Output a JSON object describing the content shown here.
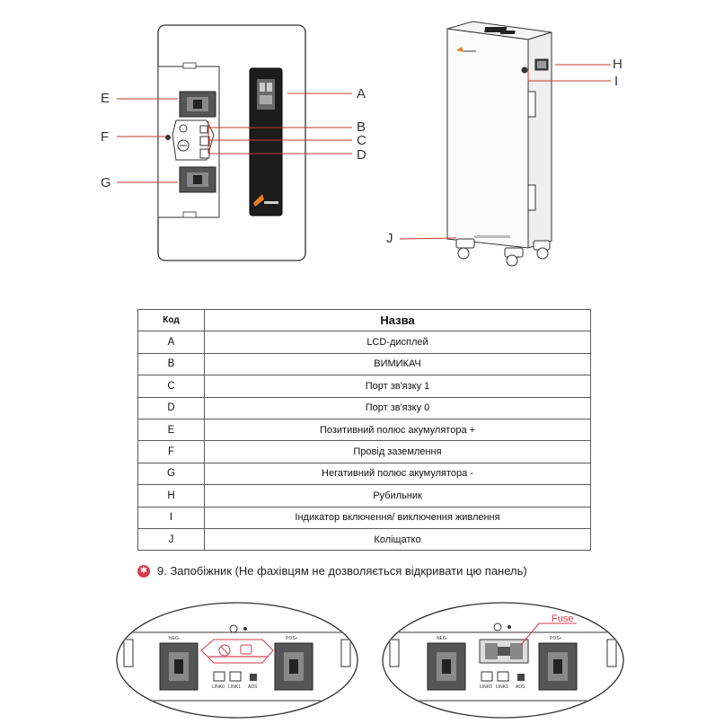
{
  "callouts": {
    "front": [
      "E",
      "F",
      "G"
    ],
    "right": [
      "A",
      "B",
      "C",
      "D"
    ],
    "cabinet": [
      "H",
      "I",
      "J"
    ]
  },
  "table": {
    "headers": {
      "code": "Код",
      "name": "Назва"
    },
    "rows": [
      {
        "code": "A",
        "name": "LCD-дисплей"
      },
      {
        "code": "B",
        "name": "ВИМИКАЧ"
      },
      {
        "code": "C",
        "name": "Порт зв'язку 1"
      },
      {
        "code": "D",
        "name": "Порт зв'язку 0"
      },
      {
        "code": "E",
        "name": "Позитивний полюс акумулятора +"
      },
      {
        "code": "F",
        "name": "Провід заземлення"
      },
      {
        "code": "G",
        "name": "Негативний полюс акумулятора -"
      },
      {
        "code": "H",
        "name": "Рубильник"
      },
      {
        "code": "I",
        "name": "Індикатор включення/ виключення живлення"
      },
      {
        "code": "J",
        "name": "Коліщатко"
      }
    ]
  },
  "note": {
    "icon": "warning-gear-icon",
    "text": "9. Запобіжник (Не фахівцям не дозволяється відкривати цю панель)"
  },
  "detail_left": {
    "neg": "NEG-",
    "pos": "POS+",
    "link0": "LINK0",
    "link1": "LINK1",
    "ads": "ADS"
  },
  "detail_right": {
    "neg": "NEG-",
    "pos": "POS+",
    "link0": "LINK0",
    "link1": "LINK1",
    "ads": "ADS",
    "fuse": "Fuse"
  },
  "colors": {
    "callout_line": "#c0392b",
    "warning": "#d53a4c",
    "fuse_label": "#d53a4c"
  }
}
